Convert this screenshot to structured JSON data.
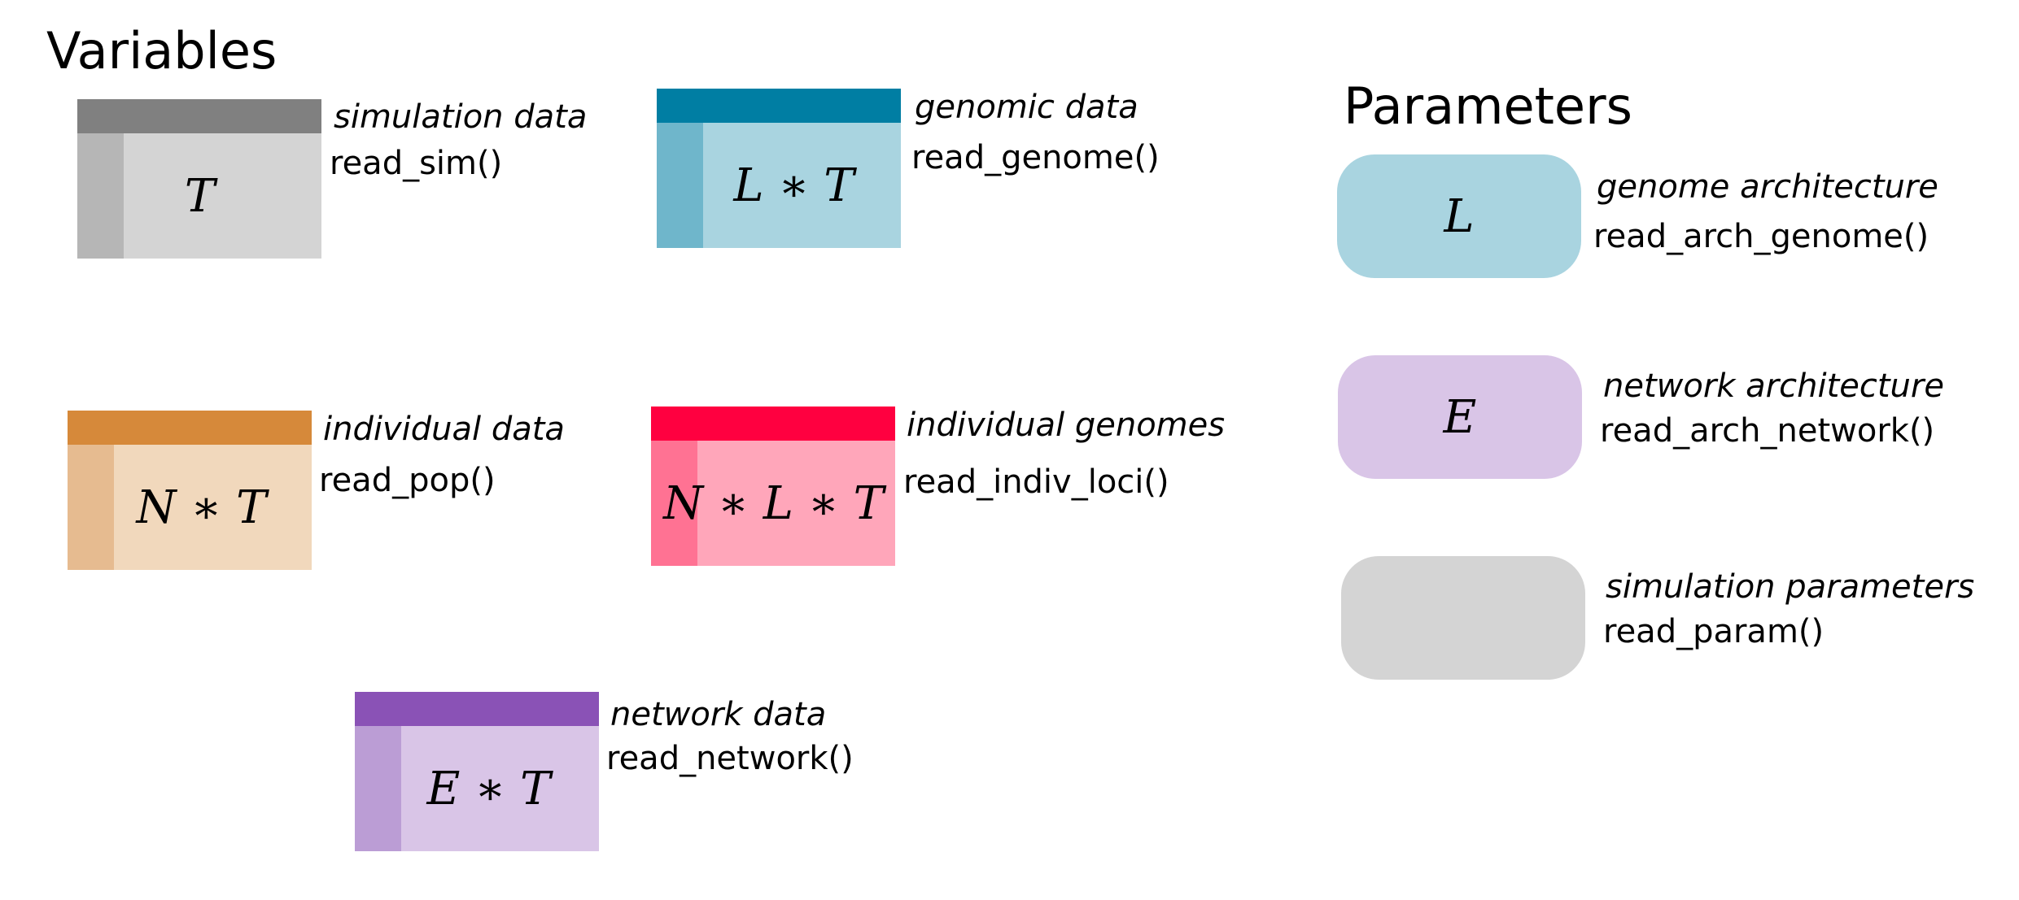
{
  "variables": {
    "title": "Variables",
    "items": [
      {
        "id": "sim",
        "symbol": "T",
        "caption": "simulation data",
        "func": "read_sim()",
        "colors": {
          "header": "#808080",
          "index": "#b6b6b6",
          "body": "#d4d4d4"
        }
      },
      {
        "id": "genome",
        "symbol": "L ∗ T",
        "caption": "genomic data",
        "func": "read_genome()",
        "colors": {
          "header": "#007ea3",
          "index": "#6fb6cb",
          "body": "#a9d4e0"
        }
      },
      {
        "id": "pop",
        "symbol": "N ∗ T",
        "caption": "individual data",
        "func": "read_pop()",
        "colors": {
          "header": "#d6893a",
          "index": "#e6bb90",
          "body": "#f1d8bc"
        }
      },
      {
        "id": "indiv_loci",
        "symbol": "N ∗ L ∗ T",
        "caption": "individual genomes",
        "func": "read_indiv_loci()",
        "colors": {
          "header": "#ff0040",
          "index": "#ff7293",
          "body": "#ffa6ba"
        }
      },
      {
        "id": "network",
        "symbol": "E ∗ T",
        "caption": "network data",
        "func": "read_network()",
        "colors": {
          "header": "#8a52b6",
          "index": "#bb9dd5",
          "body": "#d9c5e7"
        }
      }
    ]
  },
  "parameters": {
    "title": "Parameters",
    "items": [
      {
        "id": "arch_genome",
        "symbol": "L",
        "caption": "genome architecture",
        "func": "read_arch_genome()",
        "color": "#a9d4e0"
      },
      {
        "id": "arch_network",
        "symbol": "E",
        "caption": "network architecture",
        "func": "read_arch_network()",
        "color": "#d9c5e7"
      },
      {
        "id": "param",
        "symbol": "",
        "caption": "simulation parameters",
        "func": "read_param()",
        "color": "#d4d4d4"
      }
    ]
  }
}
